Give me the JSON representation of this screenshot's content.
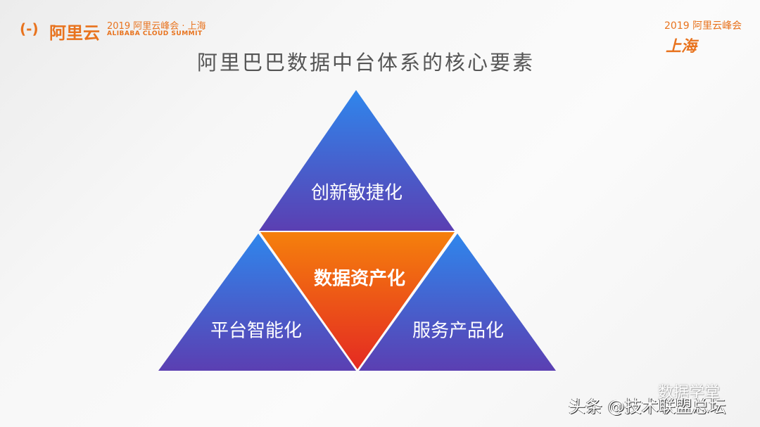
{
  "header": {
    "logo_mark": "(-)",
    "logo_text": "阿里云",
    "summit_line1": "2019 阿里云峰会 · 上海",
    "summit_line2": "ALIBABA CLOUD SUMMIT",
    "right_line1": "2019 阿里云峰会",
    "right_line2": "上海"
  },
  "title": "阿里巴巴数据中台体系的核心要素",
  "diagram": {
    "top": "创新敏捷化",
    "center": "数据资产化",
    "left": "平台智能化",
    "right": "服务产品化",
    "colors": {
      "blue_top": "#2f86ec",
      "blue_bottom": "#5b3fb2",
      "orange_top": "#f5800c",
      "orange_bottom": "#e42a22"
    }
  },
  "watermark": {
    "account": "数据学堂",
    "source": "头条 @技术联盟总坛"
  }
}
